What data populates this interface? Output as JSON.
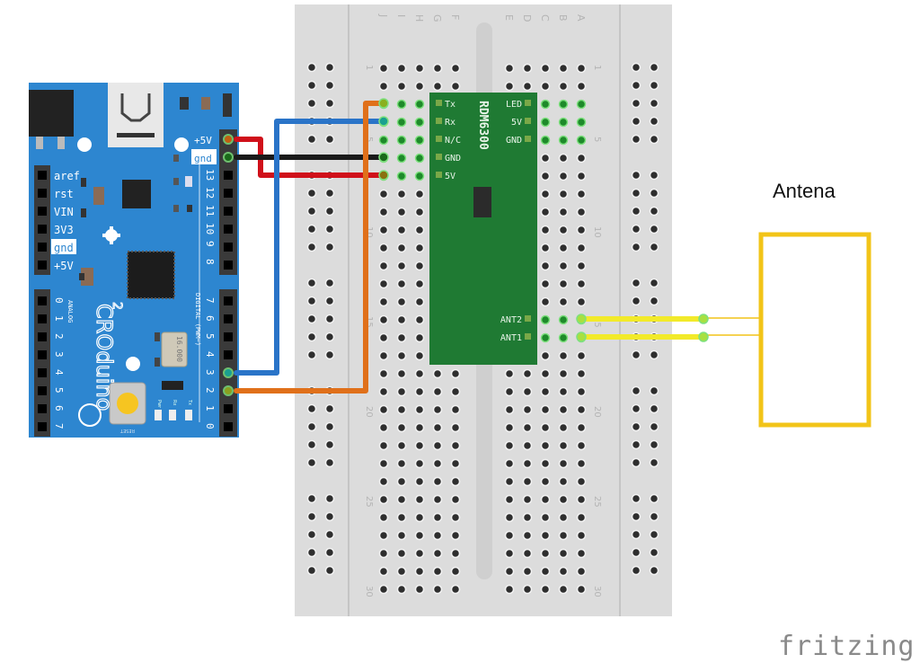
{
  "diagram": {
    "title": "Arduino (CROduino) to RDM6300 RFID reader wiring",
    "antenna_label": "Antena",
    "footer_logo": "fritzing",
    "colors": {
      "breadboard": "#dcdcdc",
      "arduino_board": "#2d86d0",
      "module_board": "#1f7a33",
      "antenna": "#f2c418",
      "wire_red": "#d0101a",
      "wire_black": "#1a1a1a",
      "wire_blue": "#2a74c8",
      "wire_orange": "#e0701a",
      "wire_yellow": "#f2ea2a"
    }
  },
  "breadboard": {
    "columns_left": [
      "J",
      "I",
      "H",
      "G",
      "F"
    ],
    "columns_right": [
      "E",
      "D",
      "C",
      "B",
      "A"
    ],
    "row_labels": [
      "1",
      "5",
      "10",
      "15",
      "20",
      "25",
      "30"
    ],
    "rows": 30
  },
  "arduino": {
    "name": "CROduino",
    "version": "2",
    "left_header_labels": [
      "aref",
      "rst",
      "VIN",
      "3V3",
      "gnd",
      "+5V"
    ],
    "analog_label": "ANALOG",
    "analog_pins": [
      "0",
      "1",
      "2",
      "3",
      "4",
      "5",
      "6",
      "7"
    ],
    "right_power_labels": [
      "+5V",
      "gnd"
    ],
    "digital_pins_top": [
      "13",
      "12",
      "11",
      "10",
      "9",
      "8"
    ],
    "digital_pins_bottom": [
      "7",
      "6",
      "5",
      "4",
      "3",
      "2",
      "1",
      "0"
    ],
    "digital_label": "DIGITAL (PWM~)",
    "crystal_label": "16.000",
    "reset_label": "RESET",
    "led_labels": [
      "Pwr",
      "Rx",
      "Tx"
    ]
  },
  "module": {
    "name": "RDM6300",
    "left_pins": [
      "Tx",
      "Rx",
      "N/C",
      "GND",
      "5V"
    ],
    "right_pins": [
      "LED",
      "5V",
      "GND"
    ],
    "antenna_pins": [
      "ANT2",
      "ANT1"
    ]
  },
  "wires": [
    {
      "color": "red",
      "from": "Arduino +5V",
      "to": "RDM6300 5V"
    },
    {
      "color": "black",
      "from": "Arduino gnd",
      "to": "RDM6300 GND"
    },
    {
      "color": "blue",
      "from": "Arduino D3",
      "to": "RDM6300 Rx"
    },
    {
      "color": "orange",
      "from": "Arduino D2",
      "to": "RDM6300 Tx"
    },
    {
      "color": "yellow",
      "from": "RDM6300 ANT2",
      "to": "Antena"
    },
    {
      "color": "yellow",
      "from": "RDM6300 ANT1",
      "to": "Antena"
    }
  ]
}
